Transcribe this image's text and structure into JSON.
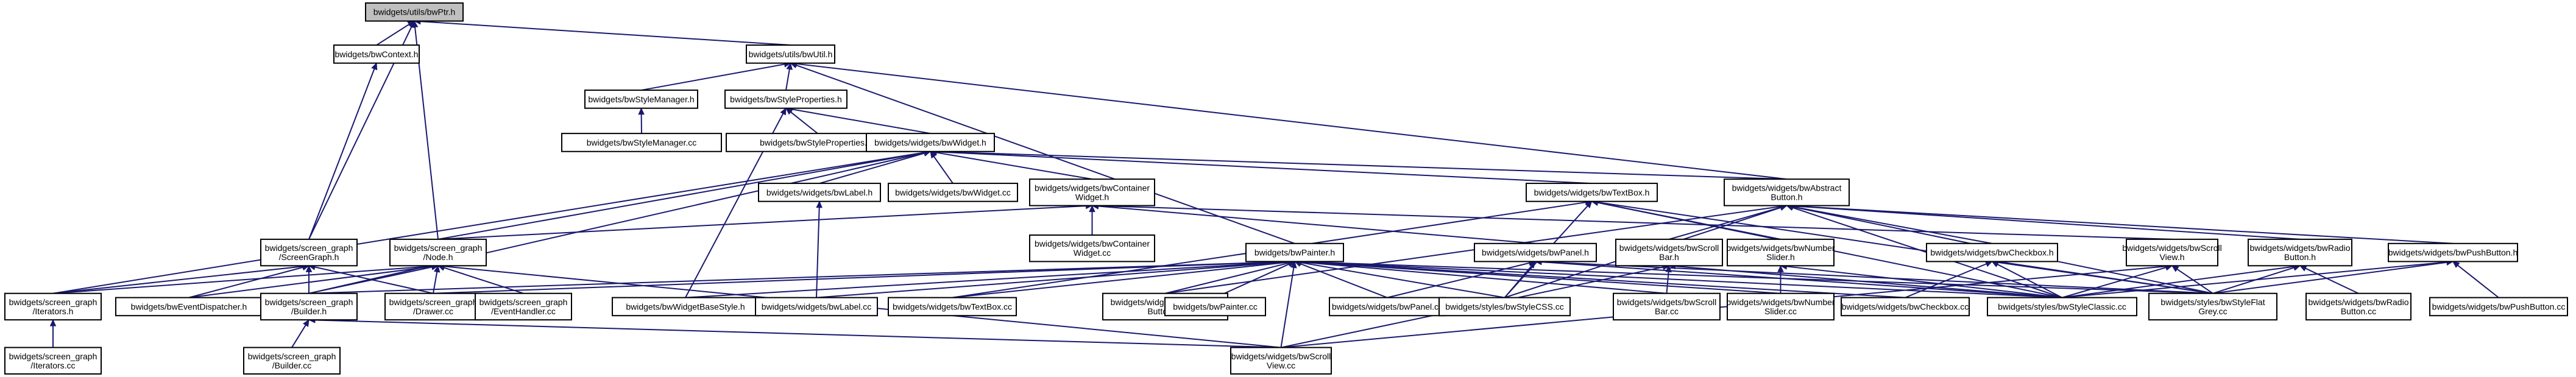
{
  "graph": {
    "title": "",
    "edge_color": "#191970",
    "root_fill": "#bfbfbf",
    "nodes": [
      {
        "id": "bwptr",
        "lines": [
          "bwidgets/utils/bwPtr.h"
        ],
        "root": true
      },
      {
        "id": "bwcontext",
        "lines": [
          "bwidgets/bwContext.h"
        ]
      },
      {
        "id": "bwutil",
        "lines": [
          "bwidgets/utils/bwUtil.h"
        ]
      },
      {
        "id": "stylemgr_h",
        "lines": [
          "bwidgets/bwStyleManager.h"
        ]
      },
      {
        "id": "styleprops_h",
        "lines": [
          "bwidgets/bwStyleProperties.h"
        ]
      },
      {
        "id": "stylemgr_cc",
        "lines": [
          "bwidgets/bwStyleManager.cc"
        ]
      },
      {
        "id": "styleprops_cc",
        "lines": [
          "bwidgets/bwStyleProperties.cc"
        ]
      },
      {
        "id": "widget_h",
        "lines": [
          "bwidgets/widgets/bwWidget.h"
        ]
      },
      {
        "id": "label_h",
        "lines": [
          "bwidgets/widgets/bwLabel.h"
        ]
      },
      {
        "id": "widget_cc",
        "lines": [
          "bwidgets/widgets/bwWidget.cc"
        ]
      },
      {
        "id": "container_h",
        "lines": [
          "bwidgets/widgets/bwContainer",
          "Widget.h"
        ]
      },
      {
        "id": "textbox_h",
        "lines": [
          "bwidgets/widgets/bwTextBox.h"
        ]
      },
      {
        "id": "abstractbtn_h",
        "lines": [
          "bwidgets/widgets/bwAbstract",
          "Button.h"
        ]
      },
      {
        "id": "screengraph_h",
        "lines": [
          "bwidgets/screen_graph",
          "/ScreenGraph.h"
        ]
      },
      {
        "id": "node_h",
        "lines": [
          "bwidgets/screen_graph",
          "/Node.h"
        ]
      },
      {
        "id": "container_cc",
        "lines": [
          "bwidgets/widgets/bwContainer",
          "Widget.cc"
        ]
      },
      {
        "id": "painter_h",
        "lines": [
          "bwidgets/bwPainter.h"
        ]
      },
      {
        "id": "panel_h",
        "lines": [
          "bwidgets/widgets/bwPanel.h"
        ]
      },
      {
        "id": "scrollbar_h",
        "lines": [
          "bwidgets/widgets/bwScroll",
          "Bar.h"
        ]
      },
      {
        "id": "numslider_h",
        "lines": [
          "bwidgets/widgets/bwNumber",
          "Slider.h"
        ]
      },
      {
        "id": "checkbox_h",
        "lines": [
          "bwidgets/widgets/bwCheckbox.h"
        ]
      },
      {
        "id": "scrollview_h",
        "lines": [
          "bwidgets/widgets/bwScroll",
          "View.h"
        ]
      },
      {
        "id": "radiobtn_h",
        "lines": [
          "bwidgets/widgets/bwRadio",
          "Button.h"
        ]
      },
      {
        "id": "pushbtn_h",
        "lines": [
          "bwidgets/widgets/bwPushButton.h"
        ]
      },
      {
        "id": "iterators_h",
        "lines": [
          "bwidgets/screen_graph",
          "/Iterators.h"
        ]
      },
      {
        "id": "eventdisp_h",
        "lines": [
          "bwidgets/bwEventDispatcher.h"
        ]
      },
      {
        "id": "builder_h",
        "lines": [
          "bwidgets/screen_graph",
          "/Builder.h"
        ]
      },
      {
        "id": "drawer_cc",
        "lines": [
          "bwidgets/screen_graph",
          "/Drawer.cc"
        ]
      },
      {
        "id": "eventhandler_cc",
        "lines": [
          "bwidgets/screen_graph",
          "/EventHandler.cc"
        ]
      },
      {
        "id": "widgetbasestyle_h",
        "lines": [
          "bwidgets/bwWidgetBaseStyle.h"
        ]
      },
      {
        "id": "label_cc",
        "lines": [
          "bwidgets/widgets/bwLabel.cc"
        ]
      },
      {
        "id": "textbox_cc",
        "lines": [
          "bwidgets/widgets/bwTextBox.cc"
        ]
      },
      {
        "id": "abstractbtn_cc",
        "lines": [
          "bwidgets/widgets/bwAbstract",
          "Button.cc"
        ]
      },
      {
        "id": "painter_cc",
        "lines": [
          "bwidgets/bwPainter.cc"
        ]
      },
      {
        "id": "panel_cc",
        "lines": [
          "bwidgets/widgets/bwPanel.cc"
        ]
      },
      {
        "id": "stylecss_cc",
        "lines": [
          "bwidgets/styles/bwStyleCSS.cc"
        ]
      },
      {
        "id": "scrollbar_cc",
        "lines": [
          "bwidgets/widgets/bwScroll",
          "Bar.cc"
        ]
      },
      {
        "id": "numslider_cc",
        "lines": [
          "bwidgets/widgets/bwNumber",
          "Slider.cc"
        ]
      },
      {
        "id": "checkbox_cc",
        "lines": [
          "bwidgets/widgets/bwCheckbox.cc"
        ]
      },
      {
        "id": "styleclassic_cc",
        "lines": [
          "bwidgets/styles/bwStyleClassic.cc"
        ]
      },
      {
        "id": "styleflatgrey_cc",
        "lines": [
          "bwidgets/styles/bwStyleFlat",
          "Grey.cc"
        ]
      },
      {
        "id": "radiobtn_cc",
        "lines": [
          "bwidgets/widgets/bwRadio",
          "Button.cc"
        ]
      },
      {
        "id": "pushbtn_cc",
        "lines": [
          "bwidgets/widgets/bwPushButton.cc"
        ]
      },
      {
        "id": "iterators_cc",
        "lines": [
          "bwidgets/screen_graph",
          "/Iterators.cc"
        ]
      },
      {
        "id": "builder_cc",
        "lines": [
          "bwidgets/screen_graph",
          "/Builder.cc"
        ]
      },
      {
        "id": "scrollview_cc",
        "lines": [
          "bwidgets/widgets/bwScroll",
          "View.cc"
        ]
      }
    ],
    "edges": [
      [
        "bwptr",
        "bwcontext"
      ],
      [
        "bwptr",
        "bwutil"
      ],
      [
        "bwptr",
        "screengraph_h"
      ],
      [
        "bwptr",
        "node_h"
      ],
      [
        "bwcontext",
        "screengraph_h"
      ],
      [
        "bwutil",
        "stylemgr_h"
      ],
      [
        "bwutil",
        "styleprops_h"
      ],
      [
        "bwutil",
        "painter_h"
      ],
      [
        "bwutil",
        "abstractbtn_h"
      ],
      [
        "stylemgr_h",
        "stylemgr_cc"
      ],
      [
        "styleprops_h",
        "styleprops_cc"
      ],
      [
        "styleprops_h",
        "widget_h"
      ],
      [
        "styleprops_h",
        "widgetbasestyle_h"
      ],
      [
        "widget_h",
        "label_h"
      ],
      [
        "widget_h",
        "widget_cc"
      ],
      [
        "widget_h",
        "container_h"
      ],
      [
        "widget_h",
        "textbox_h"
      ],
      [
        "widget_h",
        "abstractbtn_h"
      ],
      [
        "widget_h",
        "node_h"
      ],
      [
        "widget_h",
        "iterators_h"
      ],
      [
        "widget_h",
        "builder_h"
      ],
      [
        "label_h",
        "label_cc"
      ],
      [
        "container_h",
        "container_cc"
      ],
      [
        "container_h",
        "panel_h"
      ],
      [
        "container_h",
        "node_h"
      ],
      [
        "container_h",
        "scrollview_h"
      ],
      [
        "textbox_h",
        "textbox_cc"
      ],
      [
        "textbox_h",
        "stylecss_cc"
      ],
      [
        "textbox_h",
        "styleclassic_cc"
      ],
      [
        "textbox_h",
        "styleflatgrey_cc"
      ],
      [
        "textbox_h",
        "numslider_h"
      ],
      [
        "abstractbtn_h",
        "abstractbtn_cc"
      ],
      [
        "abstractbtn_h",
        "scrollbar_h"
      ],
      [
        "abstractbtn_h",
        "checkbox_h"
      ],
      [
        "abstractbtn_h",
        "radiobtn_h"
      ],
      [
        "abstractbtn_h",
        "pushbtn_h"
      ],
      [
        "abstractbtn_h",
        "stylecss_cc"
      ],
      [
        "abstractbtn_h",
        "styleclassic_cc"
      ],
      [
        "abstractbtn_h",
        "styleflatgrey_cc"
      ],
      [
        "screengraph_h",
        "iterators_h"
      ],
      [
        "screengraph_h",
        "eventdisp_h"
      ],
      [
        "screengraph_h",
        "builder_h"
      ],
      [
        "screengraph_h",
        "drawer_cc"
      ],
      [
        "node_h",
        "iterators_h"
      ],
      [
        "node_h",
        "eventdisp_h"
      ],
      [
        "node_h",
        "builder_h"
      ],
      [
        "node_h",
        "drawer_cc"
      ],
      [
        "node_h",
        "eventhandler_cc"
      ],
      [
        "node_h",
        "scrollview_cc"
      ],
      [
        "painter_h",
        "builder_h"
      ],
      [
        "painter_h",
        "drawer_cc"
      ],
      [
        "painter_h",
        "widgetbasestyle_h"
      ],
      [
        "painter_h",
        "label_cc"
      ],
      [
        "painter_h",
        "textbox_cc"
      ],
      [
        "painter_h",
        "abstractbtn_cc"
      ],
      [
        "painter_h",
        "painter_cc"
      ],
      [
        "painter_h",
        "panel_cc"
      ],
      [
        "painter_h",
        "stylecss_cc"
      ],
      [
        "painter_h",
        "scrollbar_cc"
      ],
      [
        "painter_h",
        "numslider_cc"
      ],
      [
        "painter_h",
        "checkbox_cc"
      ],
      [
        "painter_h",
        "styleclassic_cc"
      ],
      [
        "painter_h",
        "styleflatgrey_cc"
      ],
      [
        "painter_h",
        "scrollview_cc"
      ],
      [
        "panel_h",
        "panel_cc"
      ],
      [
        "panel_h",
        "stylecss_cc"
      ],
      [
        "panel_h",
        "styleclassic_cc"
      ],
      [
        "panel_h",
        "styleflatgrey_cc"
      ],
      [
        "scrollbar_h",
        "scrollbar_cc"
      ],
      [
        "scrollbar_h",
        "scrollview_cc"
      ],
      [
        "scrollbar_h",
        "styleclassic_cc"
      ],
      [
        "numslider_h",
        "numslider_cc"
      ],
      [
        "numslider_h",
        "styleclassic_cc"
      ],
      [
        "checkbox_h",
        "checkbox_cc"
      ],
      [
        "checkbox_h",
        "styleclassic_cc"
      ],
      [
        "checkbox_h",
        "styleflatgrey_cc"
      ],
      [
        "scrollview_h",
        "scrollview_cc"
      ],
      [
        "scrollview_h",
        "styleclassic_cc"
      ],
      [
        "scrollview_h",
        "styleflatgrey_cc"
      ],
      [
        "radiobtn_h",
        "radiobtn_cc"
      ],
      [
        "radiobtn_h",
        "styleclassic_cc"
      ],
      [
        "radiobtn_h",
        "styleflatgrey_cc"
      ],
      [
        "pushbtn_h",
        "pushbtn_cc"
      ],
      [
        "pushbtn_h",
        "styleclassic_cc"
      ],
      [
        "pushbtn_h",
        "styleflatgrey_cc"
      ],
      [
        "iterators_h",
        "iterators_cc"
      ],
      [
        "builder_h",
        "builder_cc"
      ],
      [
        "builder_h",
        "scrollview_cc"
      ]
    ]
  }
}
